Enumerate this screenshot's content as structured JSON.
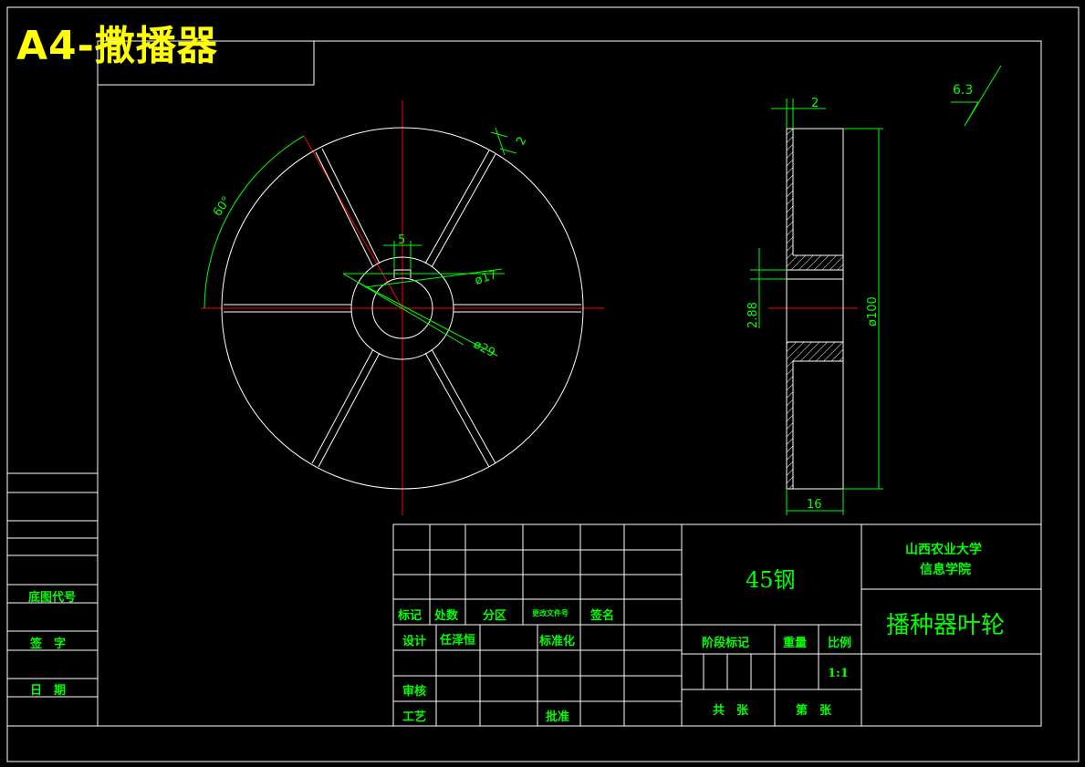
{
  "title": "A4-撒播器",
  "colors": {
    "background": "#000000",
    "lines": "#ffffff",
    "dims": "#00ff00",
    "center": "#ff0000",
    "title": "#ffff00"
  },
  "front_view": {
    "dims": {
      "key_width": "5",
      "bore": "ø17",
      "hub": "ø29",
      "angle": "60°",
      "blade": "2"
    }
  },
  "side_view": {
    "dims": {
      "top": "2",
      "diameter": "ø100",
      "width": "16",
      "keyway": "2.88"
    }
  },
  "roughness": "6.3",
  "left_strip": {
    "base_drawing_no": "底图代号",
    "signature": "签　字",
    "date": "日　期"
  },
  "title_block": {
    "material": "45钢",
    "school_line1": "山西农业大学",
    "school_line2": "信息学院",
    "part_name": "播种器叶轮",
    "mark": "标记",
    "count": "处数",
    "zone": "分区",
    "change_doc": "更改文件号",
    "sign": "签名",
    "design": "设计",
    "designer": "任泽恒",
    "standardize": "标准化",
    "review": "审核",
    "process": "工艺",
    "approve": "批准",
    "stage_mark": "阶段标记",
    "weight": "重量",
    "scale": "比例",
    "scale_value": "1:1",
    "total_sheets": "共　张",
    "sheet_no": "第　张"
  }
}
